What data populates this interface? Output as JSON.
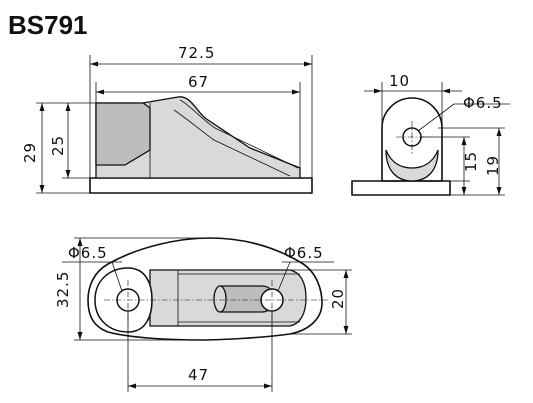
{
  "title": "BS791",
  "side_view": {
    "overall_length": "72.5",
    "upper_length": "67",
    "total_height": "29",
    "body_height": "25"
  },
  "front_view": {
    "width": "10",
    "hole_diameter": "Φ6.5",
    "hole_height": "15",
    "total_height": "19"
  },
  "top_view": {
    "left_hole_diameter": "Φ6.5",
    "right_hole_diameter": "Φ6.5",
    "overall_width": "32.5",
    "inner_width": "20",
    "hole_spacing": "47"
  }
}
